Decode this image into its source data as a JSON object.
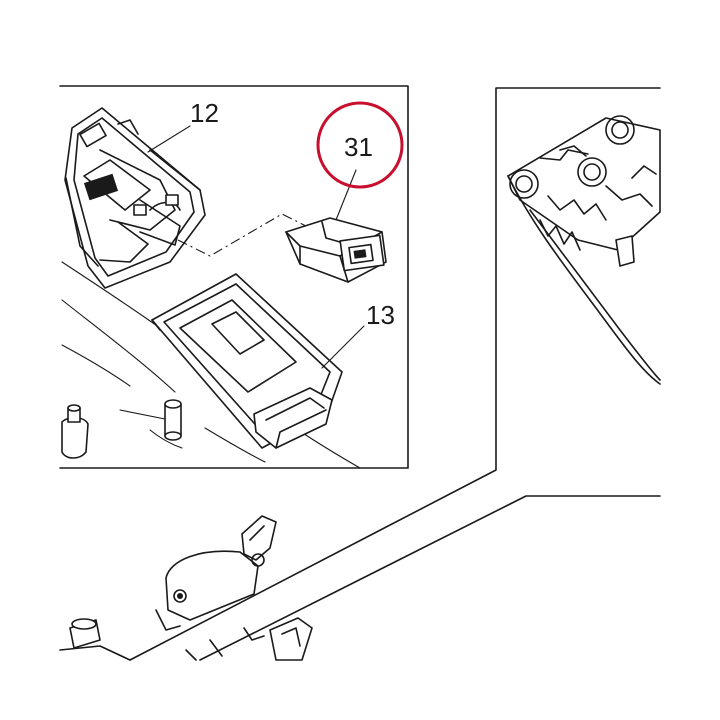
{
  "callouts": {
    "part_12": "12",
    "part_13": "13",
    "part_31": "31"
  },
  "colors": {
    "line": "#1a1a1a",
    "highlight_ring": "#c8102e",
    "background": "#ffffff"
  }
}
